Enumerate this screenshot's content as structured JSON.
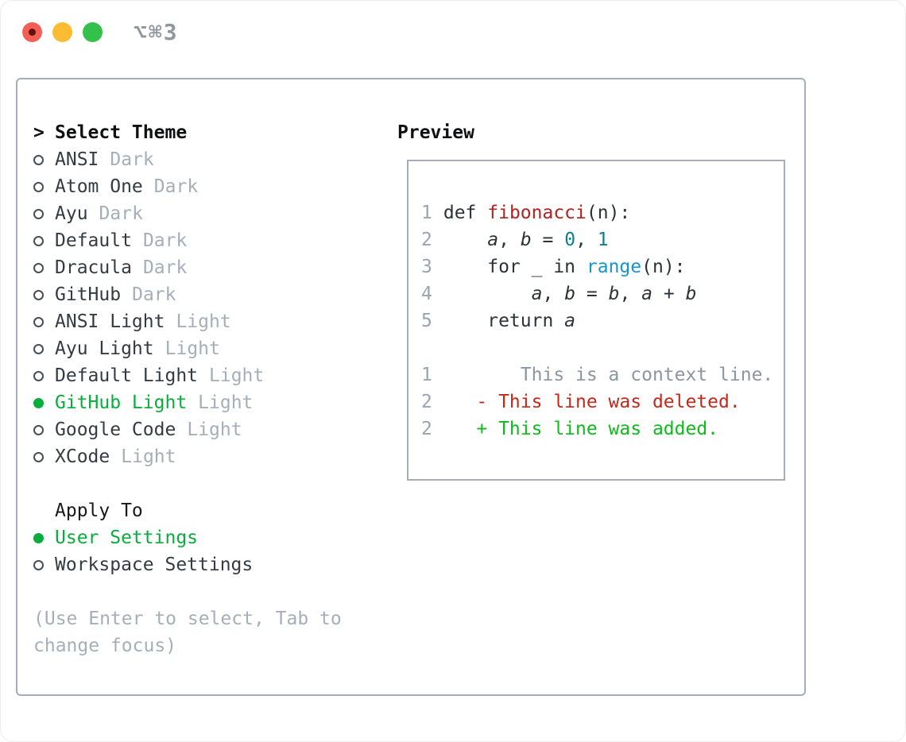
{
  "window": {
    "title_shortcut": "⌥⌘3"
  },
  "titlebar": {
    "buttons": [
      "close",
      "minimize",
      "zoom"
    ]
  },
  "left": {
    "header_prompt": ">",
    "header_label": "Select Theme",
    "themes": [
      {
        "name": "ANSI",
        "variant": "Dark",
        "selected": false
      },
      {
        "name": "Atom One",
        "variant": "Dark",
        "selected": false
      },
      {
        "name": "Ayu",
        "variant": "Dark",
        "selected": false
      },
      {
        "name": "Default",
        "variant": "Dark",
        "selected": false
      },
      {
        "name": "Dracula",
        "variant": "Dark",
        "selected": false
      },
      {
        "name": "GitHub",
        "variant": "Dark",
        "selected": false
      },
      {
        "name": "ANSI Light",
        "variant": "Light",
        "selected": false
      },
      {
        "name": "Ayu Light",
        "variant": "Light",
        "selected": false
      },
      {
        "name": "Default Light",
        "variant": "Light",
        "selected": false
      },
      {
        "name": "GitHub Light",
        "variant": "Light",
        "selected": true
      },
      {
        "name": "Google Code",
        "variant": "Light",
        "selected": false
      },
      {
        "name": "XCode",
        "variant": "Light",
        "selected": false
      }
    ],
    "apply_to_label": "Apply To",
    "apply_options": [
      {
        "label": "User Settings",
        "selected": true
      },
      {
        "label": "Workspace Settings",
        "selected": false
      }
    ],
    "hint_lines": [
      "(Use Enter to select, Tab to",
      "change focus)"
    ]
  },
  "preview": {
    "label": "Preview",
    "code_lines": [
      {
        "num": "1",
        "tokens": [
          [
            " def ",
            "fg"
          ],
          [
            "fibonacci",
            "func"
          ],
          [
            "(n):",
            "fg"
          ]
        ]
      },
      {
        "num": "2",
        "tokens": [
          [
            "     ",
            "fg"
          ],
          [
            "a",
            "var"
          ],
          [
            ", ",
            "fg"
          ],
          [
            "b",
            "var"
          ],
          [
            " = ",
            "fg"
          ],
          [
            "0",
            "num"
          ],
          [
            ", ",
            "fg"
          ],
          [
            "1",
            "num"
          ]
        ]
      },
      {
        "num": "3",
        "tokens": [
          [
            "     for _ in ",
            "fg"
          ],
          [
            "range",
            "blue"
          ],
          [
            "(n):",
            "fg"
          ]
        ]
      },
      {
        "num": "4",
        "tokens": [
          [
            "         ",
            "fg"
          ],
          [
            "a",
            "var"
          ],
          [
            ", ",
            "fg"
          ],
          [
            "b",
            "var"
          ],
          [
            " = ",
            "fg"
          ],
          [
            "b",
            "var"
          ],
          [
            ", ",
            "fg"
          ],
          [
            "a",
            "var"
          ],
          [
            " + ",
            "fg"
          ],
          [
            "b",
            "var"
          ]
        ]
      },
      {
        "num": "5",
        "tokens": [
          [
            "     return ",
            "fg"
          ],
          [
            "a",
            "var"
          ]
        ]
      }
    ],
    "diff_lines": [
      {
        "num": "1",
        "text": "        This is a context line.",
        "color": "ctx"
      },
      {
        "num": "2",
        "text": "    - This line was deleted.",
        "color": "del"
      },
      {
        "num": "2",
        "text": "    + This line was added.",
        "color": "add"
      }
    ]
  },
  "colors": {
    "green": "#09ad3c",
    "fg": "#2c3237",
    "func_red": "#b02420",
    "number_teal": "#0e7f8a",
    "builtin_blue": "#1694d1",
    "context_gray": "#8d959e",
    "deleted_red": "#c5281b",
    "added_green": "#0fb91e",
    "muted": "#a6aeb8",
    "line_number": "#9aa4af",
    "border": "#a5aeb8",
    "traffic_red": "#f35f55",
    "traffic_yellow": "#f9bc33",
    "traffic_green": "#33c14b",
    "title_gray": "#8f969e"
  }
}
